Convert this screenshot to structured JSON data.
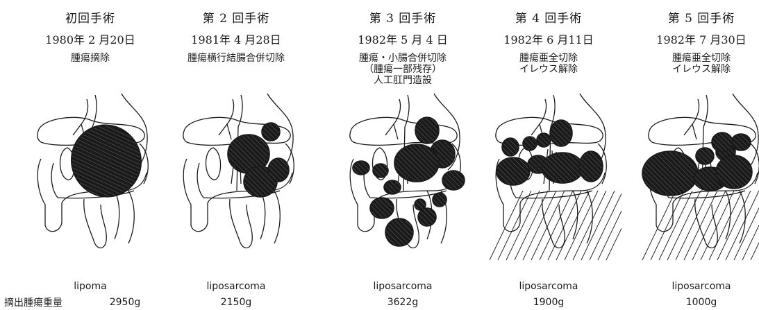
{
  "weight_label": "摘出腫瘍重量",
  "surgeries": [
    {
      "title": "初回手術",
      "date": "1980年 2 月20日",
      "procedure": [
        "腫瘍摘除"
      ],
      "pathology": "lipoma",
      "weight": "2950g"
    },
    {
      "title": "第 2 回手術",
      "date": "1981年 4 月28日",
      "procedure": [
        "腫瘍横行結腸合併切除"
      ],
      "pathology": "liposarcoma",
      "weight": "2150g"
    },
    {
      "title": "第 3 回手術",
      "date": "1982年 5 月 4 日",
      "procedure": [
        "腫瘍・小腸合併切除",
        "（腫瘍一部残存）",
        "人工肛門造設"
      ],
      "pathology": "liposarcoma",
      "weight": "3622g"
    },
    {
      "title": "第 4 回手術",
      "date": "1982年 6 月11日",
      "procedure": [
        "腫瘍亜全切除",
        "イレウス解除"
      ],
      "pathology": "liposarcoma",
      "weight": "1900g"
    },
    {
      "title": "第 5 回手術",
      "date": "1982年 7 月30日",
      "procedure": [
        "腫瘍亜全切除",
        "イレウス解除"
      ],
      "pathology": "liposarcoma",
      "weight": "1000g"
    }
  ],
  "colors": {
    "ink": "#1a1a1a",
    "paper": "#ffffff"
  }
}
